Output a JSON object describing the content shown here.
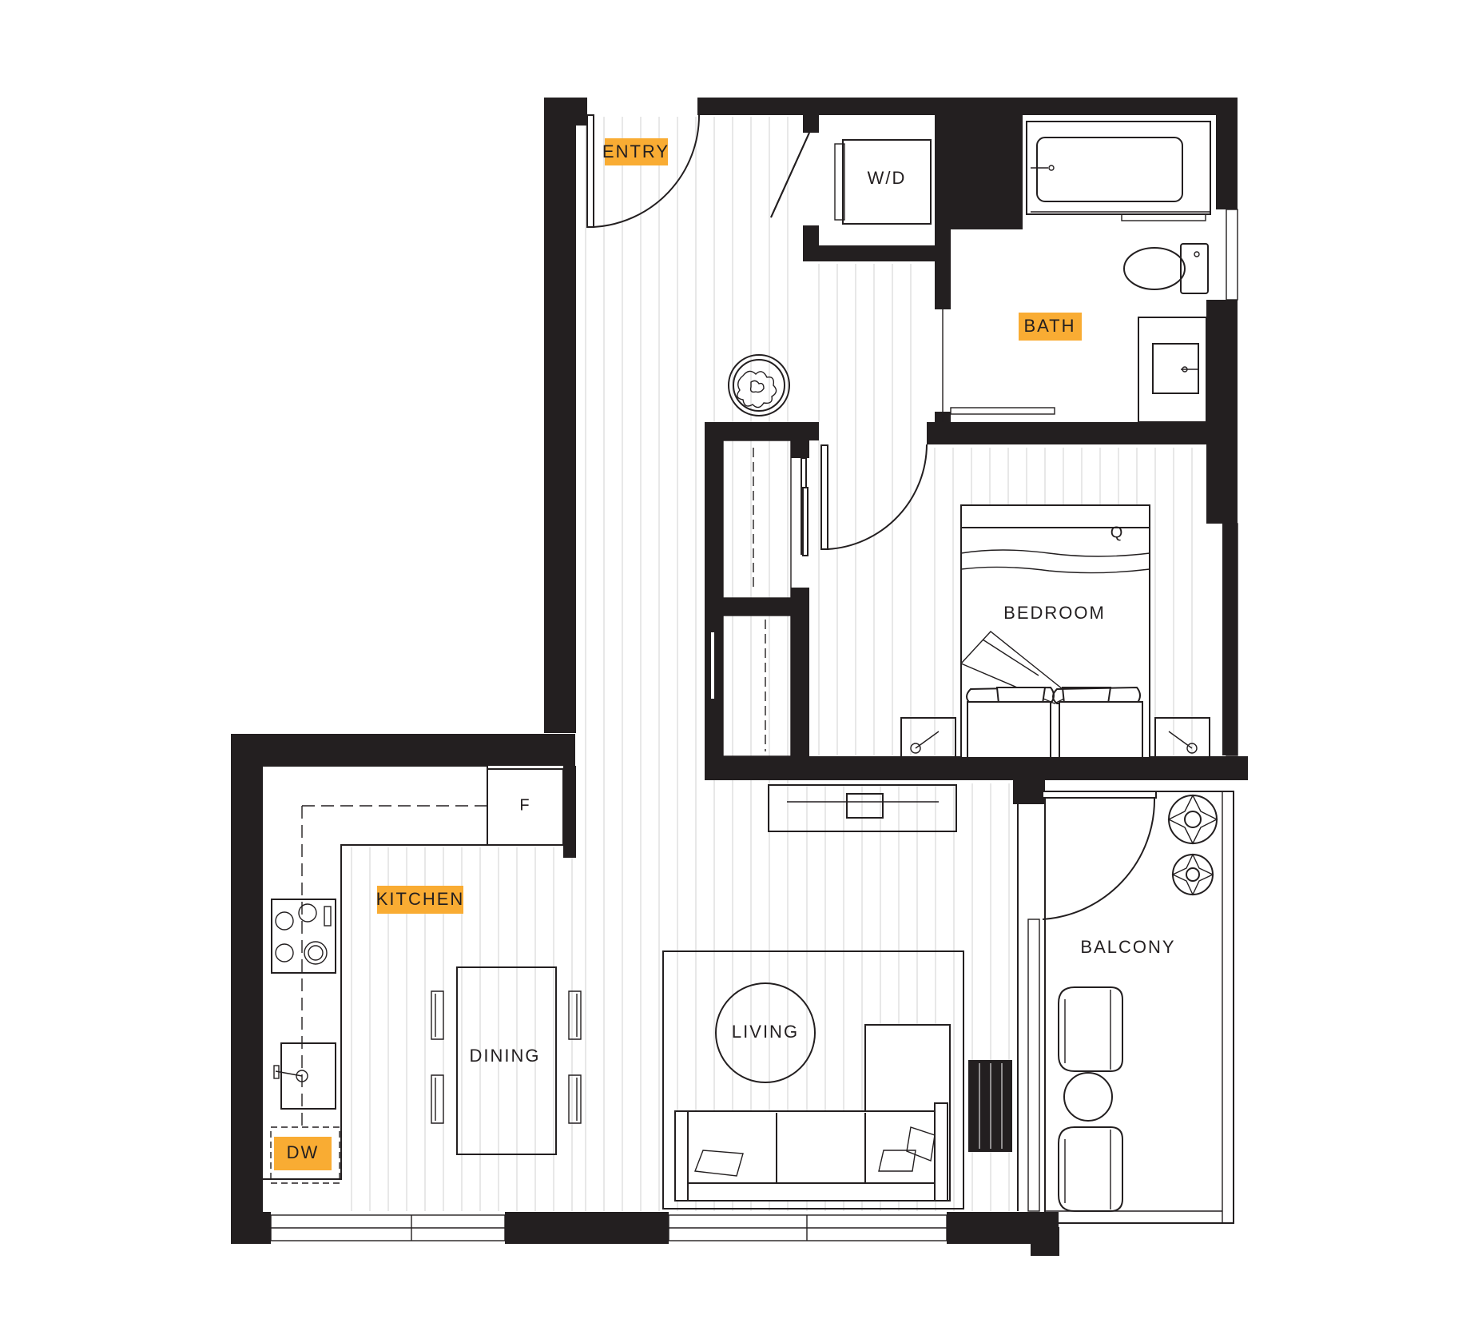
{
  "colors": {
    "wall": "#231f20",
    "highlight": "#f9ac33",
    "floor_lines": "#d9d9d9"
  },
  "rooms": {
    "entry": "ENTRY",
    "wd": "W/D",
    "bath": "BATH",
    "bedroom": "BEDROOM",
    "bed_size": "Q",
    "fridge": "F",
    "kitchen": "KITCHEN",
    "dining": "DINING",
    "living": "LIVING",
    "balcony": "BALCONY",
    "dishwasher": "DW"
  }
}
